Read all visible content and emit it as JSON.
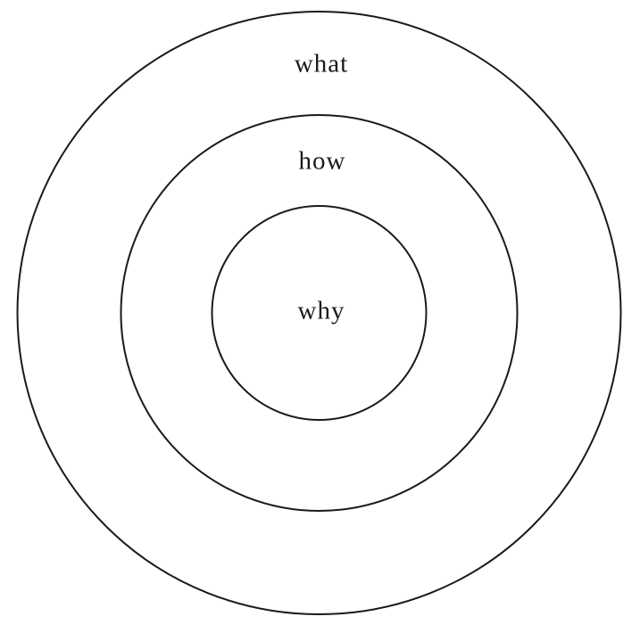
{
  "diagram": {
    "rings": [
      {
        "id": "outer",
        "label": "what"
      },
      {
        "id": "middle",
        "label": "how"
      },
      {
        "id": "inner",
        "label": "why"
      }
    ],
    "colors": {
      "stroke": "#1a1a1a",
      "text": "#1a1a1a",
      "background": "#ffffff"
    }
  }
}
